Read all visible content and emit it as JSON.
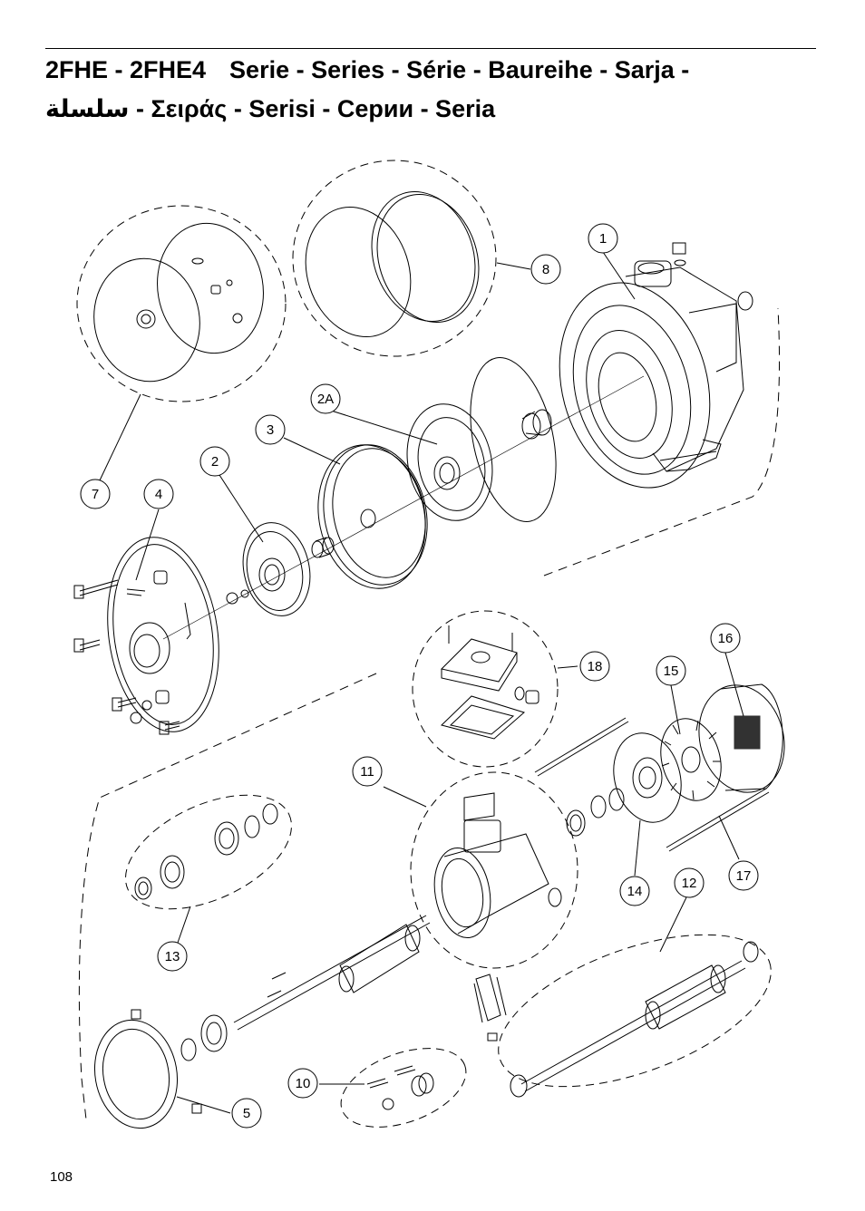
{
  "header": {
    "title_line1_a": "2FHE - 2FHE4",
    "title_line1_b": "Serie - Series - Série - Baureihe - Sarja -",
    "title_line2_arabic": "سلسلة",
    "title_line2_rest": "- Σειράς - Serisi - Серии - Seria"
  },
  "callouts": [
    {
      "id": "1",
      "label": "1"
    },
    {
      "id": "8",
      "label": "8"
    },
    {
      "id": "2A",
      "label": "2A"
    },
    {
      "id": "3",
      "label": "3"
    },
    {
      "id": "2",
      "label": "2"
    },
    {
      "id": "7",
      "label": "7"
    },
    {
      "id": "4",
      "label": "4"
    },
    {
      "id": "16",
      "label": "16"
    },
    {
      "id": "15",
      "label": "15"
    },
    {
      "id": "18",
      "label": "18"
    },
    {
      "id": "11",
      "label": "11"
    },
    {
      "id": "14",
      "label": "14"
    },
    {
      "id": "12",
      "label": "12"
    },
    {
      "id": "17",
      "label": "17"
    },
    {
      "id": "13",
      "label": "13"
    },
    {
      "id": "10",
      "label": "10"
    },
    {
      "id": "5",
      "label": "5"
    }
  ],
  "footer": {
    "page_number": "108"
  }
}
